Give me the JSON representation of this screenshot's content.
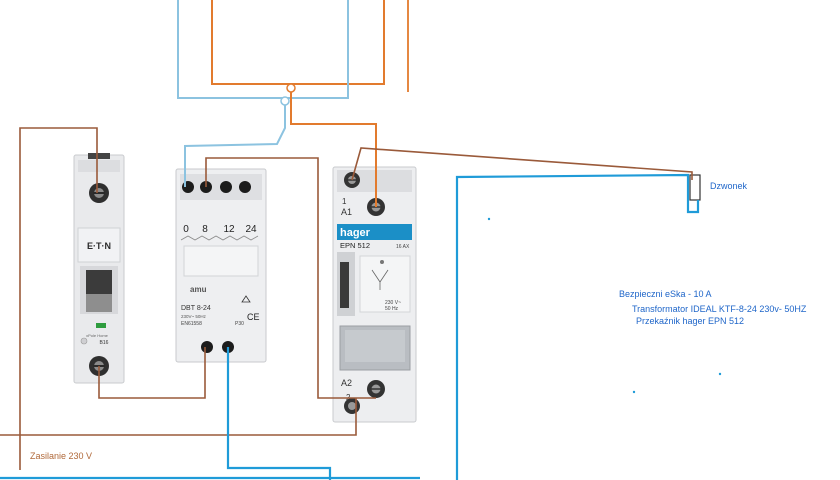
{
  "colors": {
    "wire_orange": "#e27b2e",
    "wire_light_blue": "#8cc3e0",
    "wire_blue": "#1f9bd8",
    "wire_brown": "#9a5a3a",
    "label_blue": "#1f66c9",
    "label_brown": "#b0693a"
  },
  "breaker": {
    "brand": "E·T·N",
    "small_text": "xPole Home",
    "rating": "B16"
  },
  "transformer": {
    "terminal_labels": [
      "0",
      "8",
      "12",
      "24"
    ],
    "brand": "amu",
    "model": "DBT 8-24",
    "specs": "230V~ 50Hz",
    "standard": "EN61558",
    "ip": "P30",
    "ce": "CE"
  },
  "relay": {
    "terminal_top_number": "1",
    "terminal_top": "A1",
    "brand": "hager",
    "model": "EPN 512",
    "rating": "16 AX",
    "coil_line1": "230 V~",
    "coil_line2": "50 Hz",
    "terminal_bottom": "A2",
    "terminal_bottom_number": "2"
  },
  "labels": {
    "bell": "Dzwonek",
    "fuse": "Bezpieczni eSka - 10 A",
    "transformer_note": "Transformator  IDEAL KTF-8-24  230v- 50HZ",
    "relay_note": "Przekaźnik hager EPN 512",
    "supply": "Zasilanie 230 V"
  }
}
